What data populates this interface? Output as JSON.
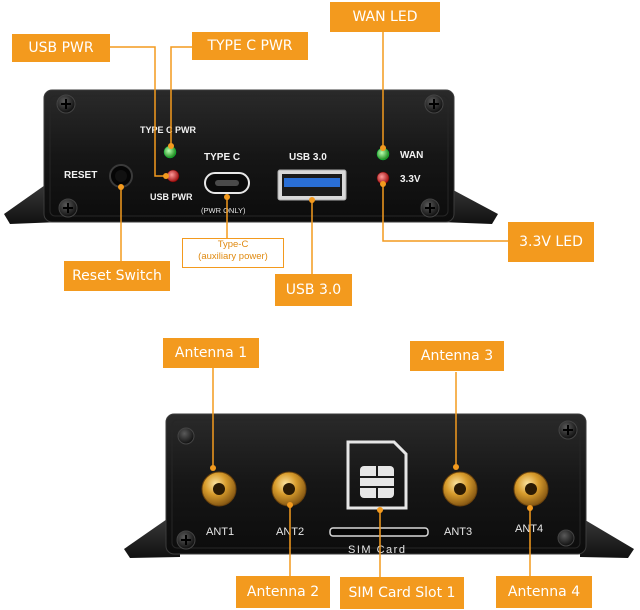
{
  "top_device": {
    "silkscreen": {
      "type_c_pwr": "TYPE C PWR",
      "usb_pwr": "USB PWR",
      "reset": "RESET",
      "type_c": "TYPE C",
      "pwr_only": "(PWR ONLY)",
      "usb30": "USB 3.0",
      "wan": "WAN",
      "v33": "3.3V"
    },
    "callouts": {
      "usb_pwr": "USB PWR",
      "type_c_pwr": "TYPE C PWR",
      "wan_led": "WAN LED",
      "led_33v": "3.3V LED",
      "reset_switch": "Reset Switch",
      "usb30": "USB 3.0",
      "type_c_line1": "Type-C",
      "type_c_line2": "(auxiliary power)"
    }
  },
  "bottom_device": {
    "silkscreen": {
      "ant1": "ANT1",
      "ant2": "ANT2",
      "ant3": "ANT3",
      "ant4": "ANT4",
      "sim_card": "SIM Card"
    },
    "callouts": {
      "antenna1": "Antenna 1",
      "antenna2": "Antenna 2",
      "antenna3": "Antenna 3",
      "antenna4": "Antenna 4",
      "sim_slot": "SIM Card Slot 1"
    }
  },
  "colors": {
    "callout_orange": "#f39a1e",
    "case_black": "#1a1a1a",
    "led_green": "#2fb52f",
    "led_red": "#d42020",
    "usb_blue": "#2a6fd6",
    "sma_gold": "#c98a1e"
  }
}
